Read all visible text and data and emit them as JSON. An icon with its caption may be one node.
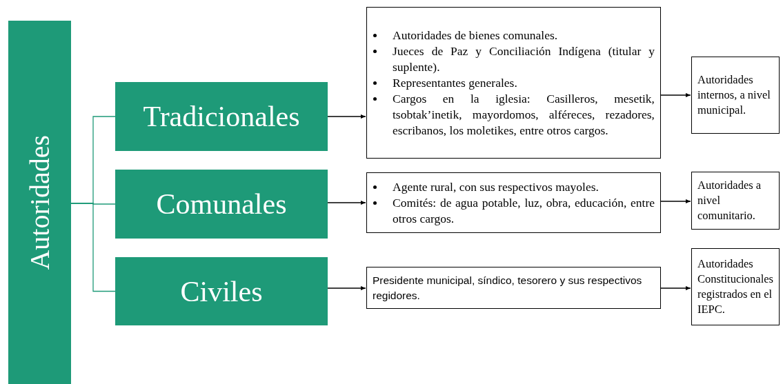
{
  "diagram": {
    "nodes": [
      {
        "text": [
          "Autoridades"
        ]
      },
      {
        "text": [
          "Tradicionales"
        ]
      },
      {
        "text": [
          "Comunales"
        ]
      },
      {
        "text": [
          "Civiles"
        ]
      },
      {
        "text": [
          "Autoridades de bienes comunales.",
          "Jueces de Paz y Conciliación Indígena (titular y suplente).",
          "Representantes generales.",
          "Cargos en la iglesia: Casilleros, mesetik, tsobtak’inetik, mayordomos, alféreces, rezadores, escribanos, los moletikes, entre otros cargos."
        ]
      },
      {
        "text": [
          "Agente rural, con sus respectivos mayoles.",
          "Comités: de agua potable, luz, obra, educación, entre otros cargos."
        ]
      },
      {
        "text": [
          "Presidente municipal, síndico, tesorero y sus respectivos regidores."
        ]
      },
      {
        "text": [
          "Autoridades internos, a nivel municipal."
        ]
      },
      {
        "text": [
          "Autoridades a nivel comunitario."
        ]
      },
      {
        "text": [
          "Autoridades Constitucionales registrados en el IEPC."
        ]
      }
    ],
    "edges": [
      {
        "from": 0,
        "to": 1,
        "arrow": "none",
        "color": "#1e9a78"
      },
      {
        "from": 0,
        "to": 2,
        "arrow": "none",
        "color": "#1e9a78"
      },
      {
        "from": 0,
        "to": 3,
        "arrow": "none",
        "color": "#1e9a78"
      },
      {
        "from": 1,
        "to": 4,
        "arrow": "to"
      },
      {
        "from": 2,
        "to": 5,
        "arrow": "to"
      },
      {
        "from": 3,
        "to": 6,
        "arrow": "to"
      },
      {
        "from": 4,
        "to": 7,
        "arrow": "to"
      },
      {
        "from": 5,
        "to": 8,
        "arrow": "to"
      },
      {
        "from": 6,
        "to": 9,
        "arrow": "to"
      }
    ]
  }
}
